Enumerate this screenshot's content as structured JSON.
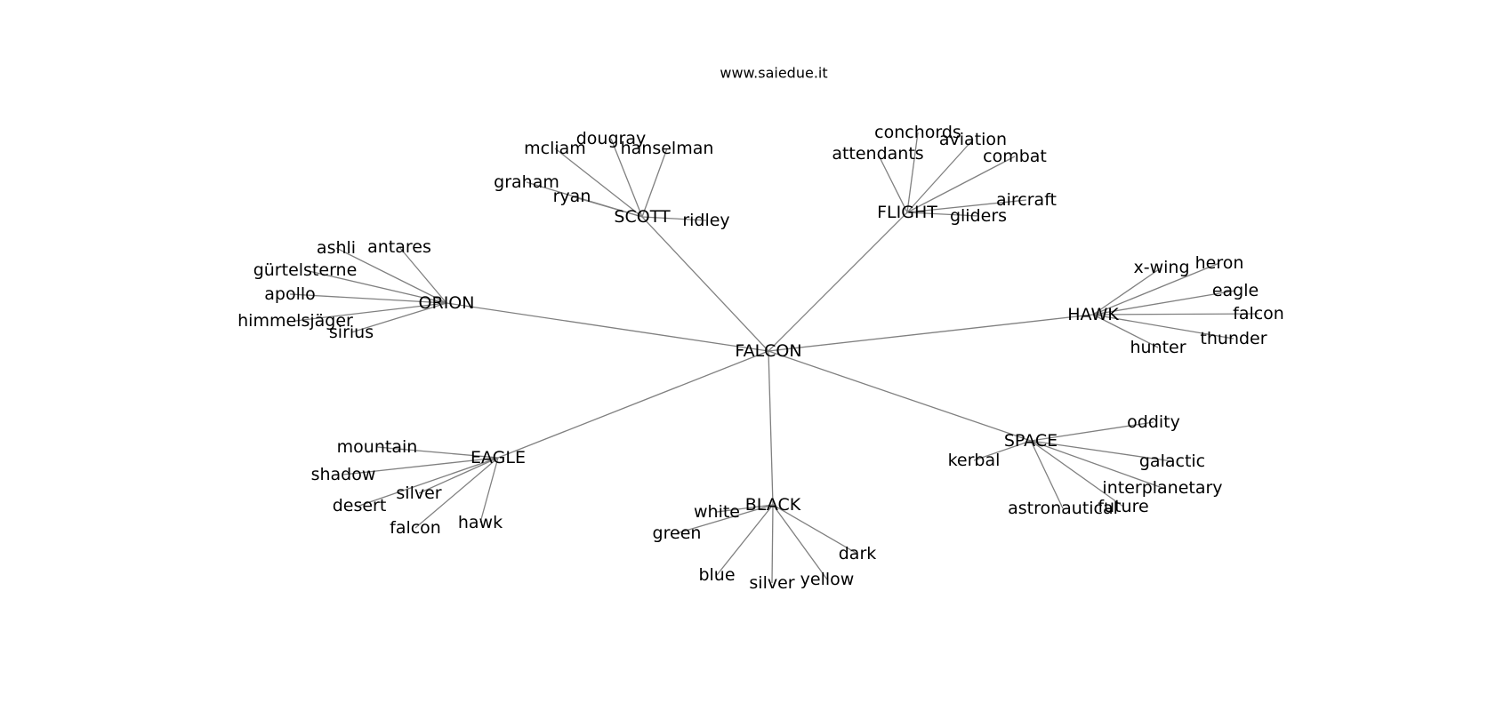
{
  "title": "www.saiedue.it",
  "graph": {
    "root": "FALCON",
    "hubs": [
      {
        "id": "SCOTT",
        "label": "SCOTT",
        "leaves": [
          "mcliam",
          "dougray",
          "hanselman",
          "graham",
          "ryan",
          "ridley"
        ]
      },
      {
        "id": "FLIGHT",
        "label": "FLIGHT",
        "leaves": [
          "conchords",
          "aviation",
          "attendants",
          "combat",
          "aircraft",
          "gliders"
        ]
      },
      {
        "id": "ORION",
        "label": "ORION",
        "leaves": [
          "ashli",
          "antares",
          "gürtelsterne",
          "apollo",
          "himmelsjäger",
          "sirius"
        ]
      },
      {
        "id": "HAWK",
        "label": "HAWK",
        "leaves": [
          "x-wing",
          "heron",
          "eagle",
          "falcon",
          "thunder",
          "hunter"
        ]
      },
      {
        "id": "EAGLE",
        "label": "EAGLE",
        "leaves": [
          "mountain",
          "shadow",
          "silver",
          "desert",
          "falcon",
          "hawk"
        ]
      },
      {
        "id": "SPACE",
        "label": "SPACE",
        "leaves": [
          "oddity",
          "kerbal",
          "galactic",
          "interplanetary",
          "astronautical",
          "future"
        ]
      },
      {
        "id": "BLACK",
        "label": "BLACK",
        "leaves": [
          "white",
          "green",
          "dark",
          "blue",
          "silver",
          "yellow"
        ]
      }
    ]
  }
}
